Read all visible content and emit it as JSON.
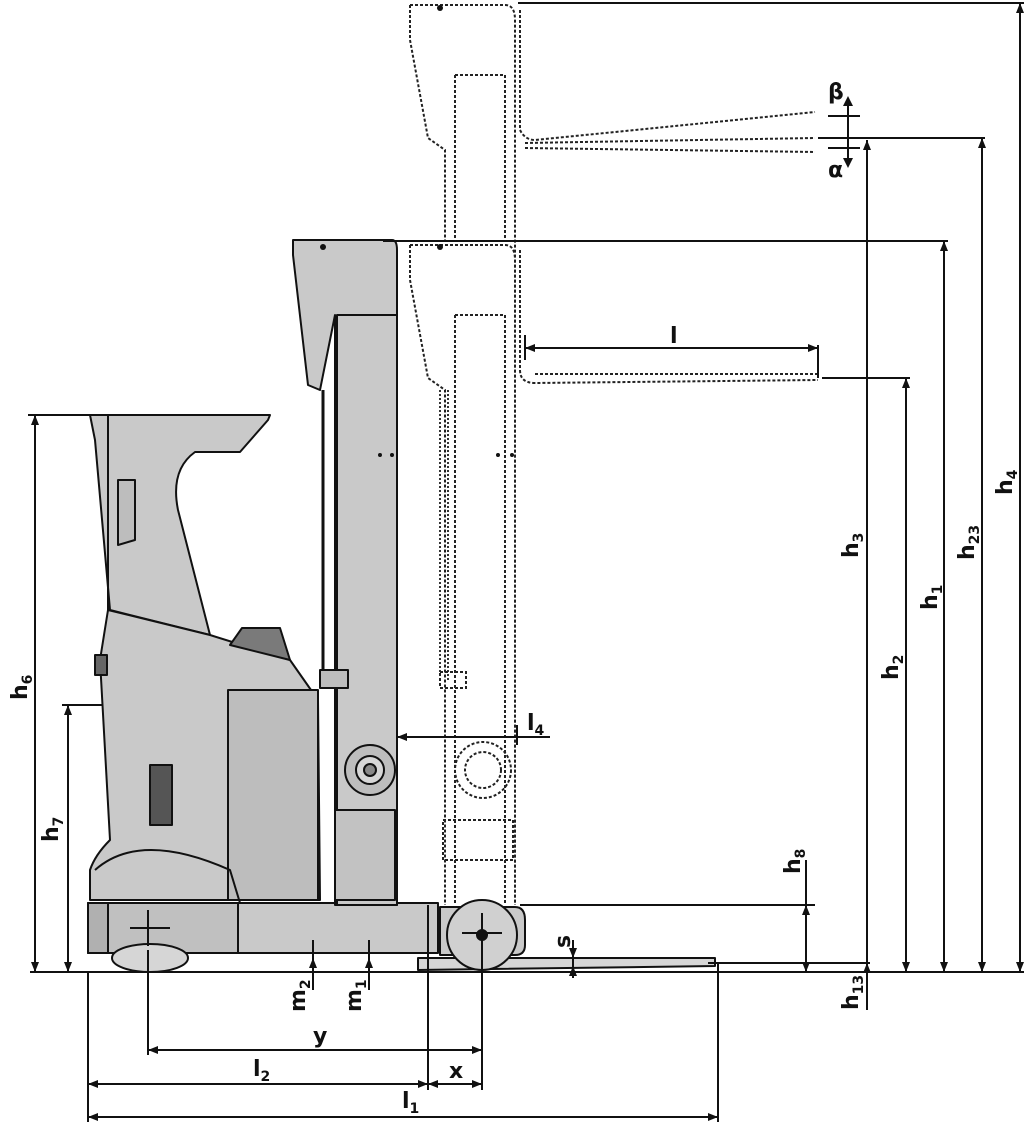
{
  "diagram": {
    "colors": {
      "ink": "#111111",
      "body_fill": "#c9c9c9",
      "body_dark": "#a9a9a9",
      "background": "#ffffff"
    },
    "labels": {
      "beta": "β",
      "alpha": "α",
      "l": "l",
      "l4": {
        "base": "l",
        "sub": "4"
      },
      "h3": {
        "base": "h",
        "sub": "3"
      },
      "h23": {
        "base": "h",
        "sub": "23"
      },
      "h4": {
        "base": "h",
        "sub": "4"
      },
      "h1": {
        "base": "h",
        "sub": "1"
      },
      "h2": {
        "base": "h",
        "sub": "2"
      },
      "h6": {
        "base": "h",
        "sub": "6"
      },
      "h7": {
        "base": "h",
        "sub": "7"
      },
      "h8": {
        "base": "h",
        "sub": "8"
      },
      "h13": {
        "base": "h",
        "sub": "13"
      },
      "s": "s",
      "m1": {
        "base": "m",
        "sub": "1"
      },
      "m2": {
        "base": "m",
        "sub": "2"
      },
      "y": "y",
      "x": "x",
      "l2": {
        "base": "l",
        "sub": "2"
      },
      "l1": {
        "base": "l",
        "sub": "1"
      }
    }
  }
}
